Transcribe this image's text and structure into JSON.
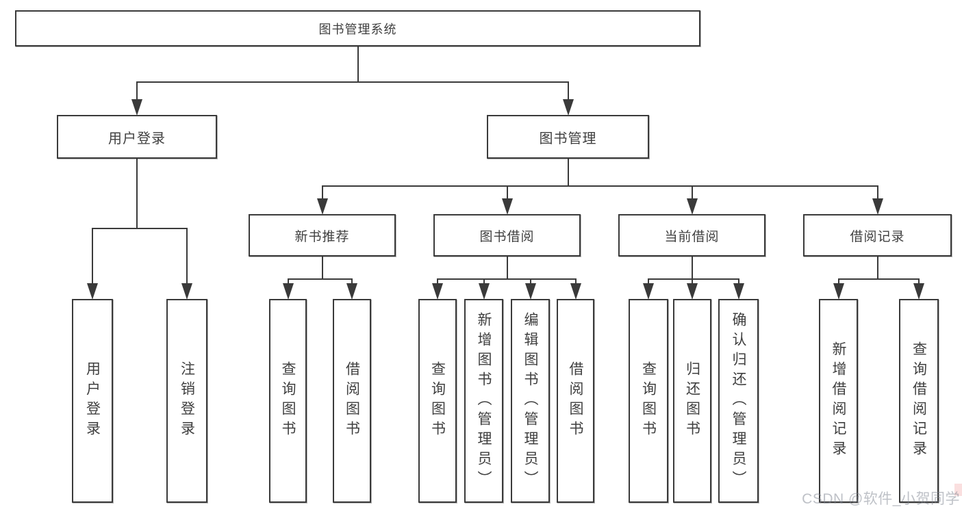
{
  "diagram": {
    "title": "图书管理系统",
    "nodes": [
      {
        "id": "root",
        "label": "图书管理系统",
        "level": 1,
        "parent": null
      },
      {
        "id": "user-login",
        "label": "用户登录",
        "level": 2,
        "parent": "root"
      },
      {
        "id": "book-mgmt",
        "label": "图书管理",
        "level": 2,
        "parent": "root"
      },
      {
        "id": "new-book-rec",
        "label": "新书推荐",
        "level": 3,
        "parent": "book-mgmt"
      },
      {
        "id": "book-borrow",
        "label": "图书借阅",
        "level": 3,
        "parent": "book-mgmt"
      },
      {
        "id": "current-borrow",
        "label": "当前借阅",
        "level": 3,
        "parent": "book-mgmt"
      },
      {
        "id": "borrow-records",
        "label": "借阅记录",
        "level": 3,
        "parent": "book-mgmt"
      },
      {
        "id": "leaf-user-login",
        "label": "用户登录",
        "level": 4,
        "parent": "user-login"
      },
      {
        "id": "leaf-logout",
        "label": "注销登录",
        "level": 4,
        "parent": "user-login"
      },
      {
        "id": "leaf-query-book-1",
        "label": "查询图书",
        "level": 4,
        "parent": "new-book-rec"
      },
      {
        "id": "leaf-borrow-book-1",
        "label": "借阅图书",
        "level": 4,
        "parent": "new-book-rec"
      },
      {
        "id": "leaf-query-book-2",
        "label": "查询图书",
        "level": 4,
        "parent": "book-borrow"
      },
      {
        "id": "leaf-add-book",
        "label": "新增图书（管理员）",
        "level": 4,
        "parent": "book-borrow"
      },
      {
        "id": "leaf-edit-book",
        "label": "编辑图书（管理员）",
        "level": 4,
        "parent": "book-borrow"
      },
      {
        "id": "leaf-borrow-book-2",
        "label": "借阅图书",
        "level": 4,
        "parent": "book-borrow"
      },
      {
        "id": "leaf-query-book-3",
        "label": "查询图书",
        "level": 4,
        "parent": "current-borrow"
      },
      {
        "id": "leaf-return-book",
        "label": "归还图书",
        "level": 4,
        "parent": "current-borrow"
      },
      {
        "id": "leaf-confirm-return",
        "label": "确认归还（管理员）",
        "level": 4,
        "parent": "current-borrow"
      },
      {
        "id": "leaf-add-borrow-record",
        "label": "新增借阅记录",
        "level": 4,
        "parent": "borrow-records"
      },
      {
        "id": "leaf-query-borrow-record",
        "label": "查询借阅记录",
        "level": 4,
        "parent": "borrow-records"
      }
    ],
    "colors": {
      "line": "#3a3a3a",
      "box_border": "#3a3a3a",
      "box_fill": "#ffffff",
      "text": "#3f3f3f",
      "background": "#ffffff",
      "watermark": "#bdc0c6"
    }
  },
  "watermark": {
    "text": "CSDN @软件_小贺同学"
  }
}
